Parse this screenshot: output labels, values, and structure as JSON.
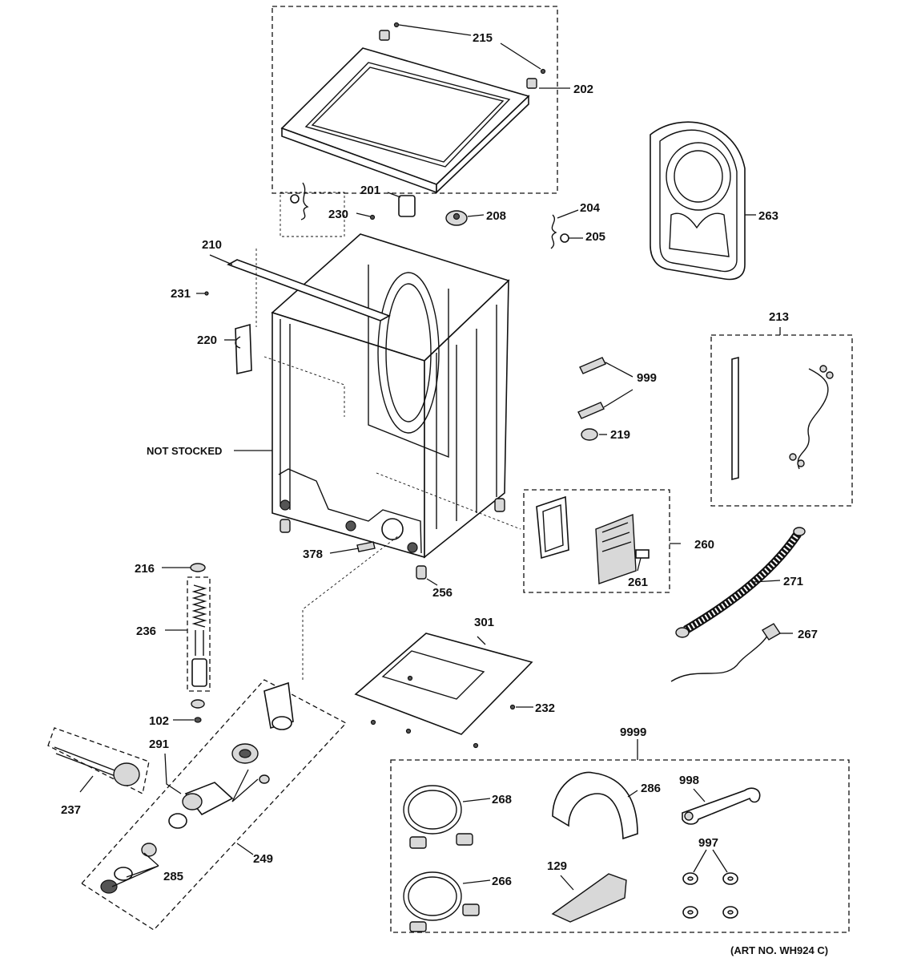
{
  "labels": {
    "l215": "215",
    "l202": "202",
    "l201": "201",
    "l230": "230",
    "l208": "208",
    "l204": "204",
    "l205": "205",
    "l263": "263",
    "l210": "210",
    "l231": "231",
    "l220": "220",
    "l999": "999",
    "l219": "219",
    "l213": "213",
    "not_stocked": "NOT STOCKED",
    "l260": "260",
    "l261": "261",
    "l378": "378",
    "l256": "256",
    "l216": "216",
    "l271": "271",
    "l236": "236",
    "l267": "267",
    "l301": "301",
    "l102": "102",
    "l232": "232",
    "l291": "291",
    "l9999": "9999",
    "l237": "237",
    "l268": "268",
    "l286": "286",
    "l998": "998",
    "l249": "249",
    "l997": "997",
    "l285": "285",
    "l129": "129",
    "l266": "266"
  },
  "art_number": "(ART NO. WH924 C)"
}
